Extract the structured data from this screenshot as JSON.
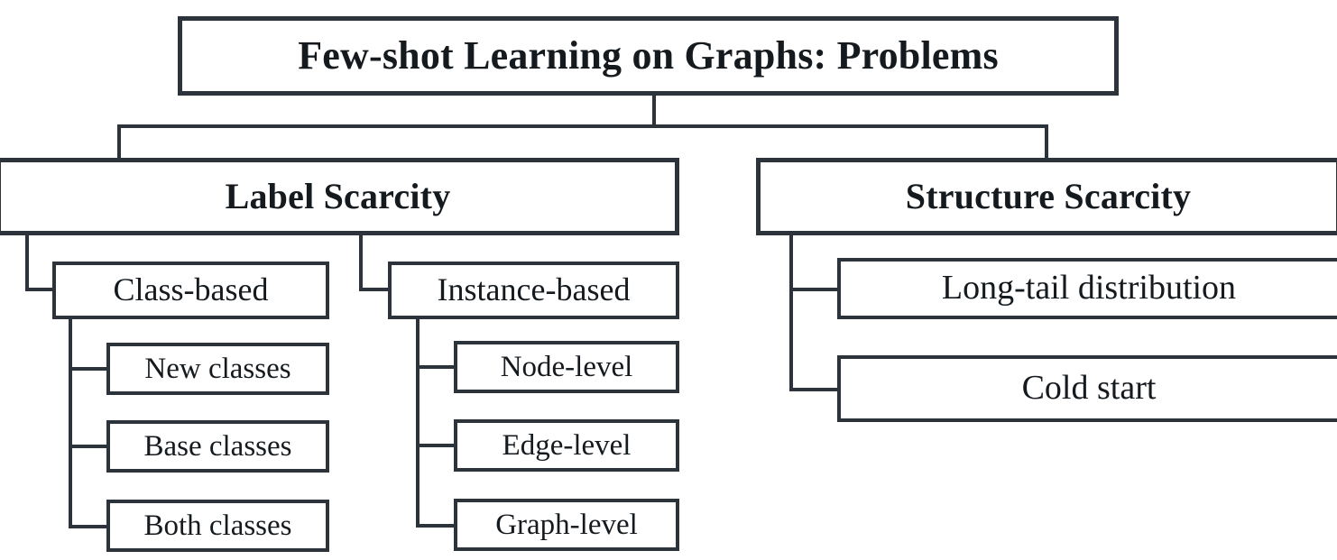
{
  "diagram": {
    "title": "Few-shot Learning on Graphs: Problems",
    "style": {
      "border_color": "#2d333b",
      "text_color": "#151a1f",
      "background": "#ffffff"
    },
    "root": {
      "label": "Few-shot Learning on Graphs: Problems"
    },
    "branches": [
      {
        "label": "Label Scarcity",
        "children": [
          {
            "label": "Class-based",
            "leaves": [
              {
                "label": "New classes"
              },
              {
                "label": "Base classes"
              },
              {
                "label": "Both classes"
              }
            ]
          },
          {
            "label": "Instance-based",
            "leaves": [
              {
                "label": "Node-level"
              },
              {
                "label": "Edge-level"
              },
              {
                "label": "Graph-level"
              }
            ]
          }
        ]
      },
      {
        "label": "Structure Scarcity",
        "children": [
          {
            "label": "Long-tail distribution"
          },
          {
            "label": "Cold start"
          }
        ]
      }
    ]
  }
}
